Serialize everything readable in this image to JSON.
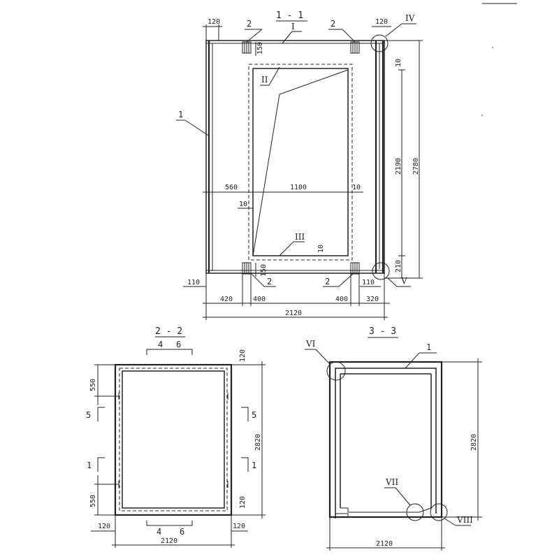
{
  "sections": {
    "s11": "1 - 1",
    "s22": "2 - 2",
    "s33": "3 - 3"
  },
  "callouts": {
    "c1": "1",
    "c2": "2",
    "c4": "4",
    "c5": "5",
    "c6": "6"
  },
  "roman": {
    "I": "I",
    "II": "II",
    "III": "III",
    "IV": "IV",
    "V": "V",
    "VI": "VI",
    "VII": "VII",
    "VIII": "VIII"
  },
  "dims": {
    "d120": "120",
    "d150": "150",
    "d10": "10",
    "d560": "560",
    "d1100": "1100",
    "d2190": "2190",
    "d2780": "2780",
    "d210": "210",
    "d110": "110",
    "d420": "420",
    "d400": "400",
    "d320": "320",
    "d2120": "2120",
    "d550": "550",
    "d2820": "2820"
  }
}
